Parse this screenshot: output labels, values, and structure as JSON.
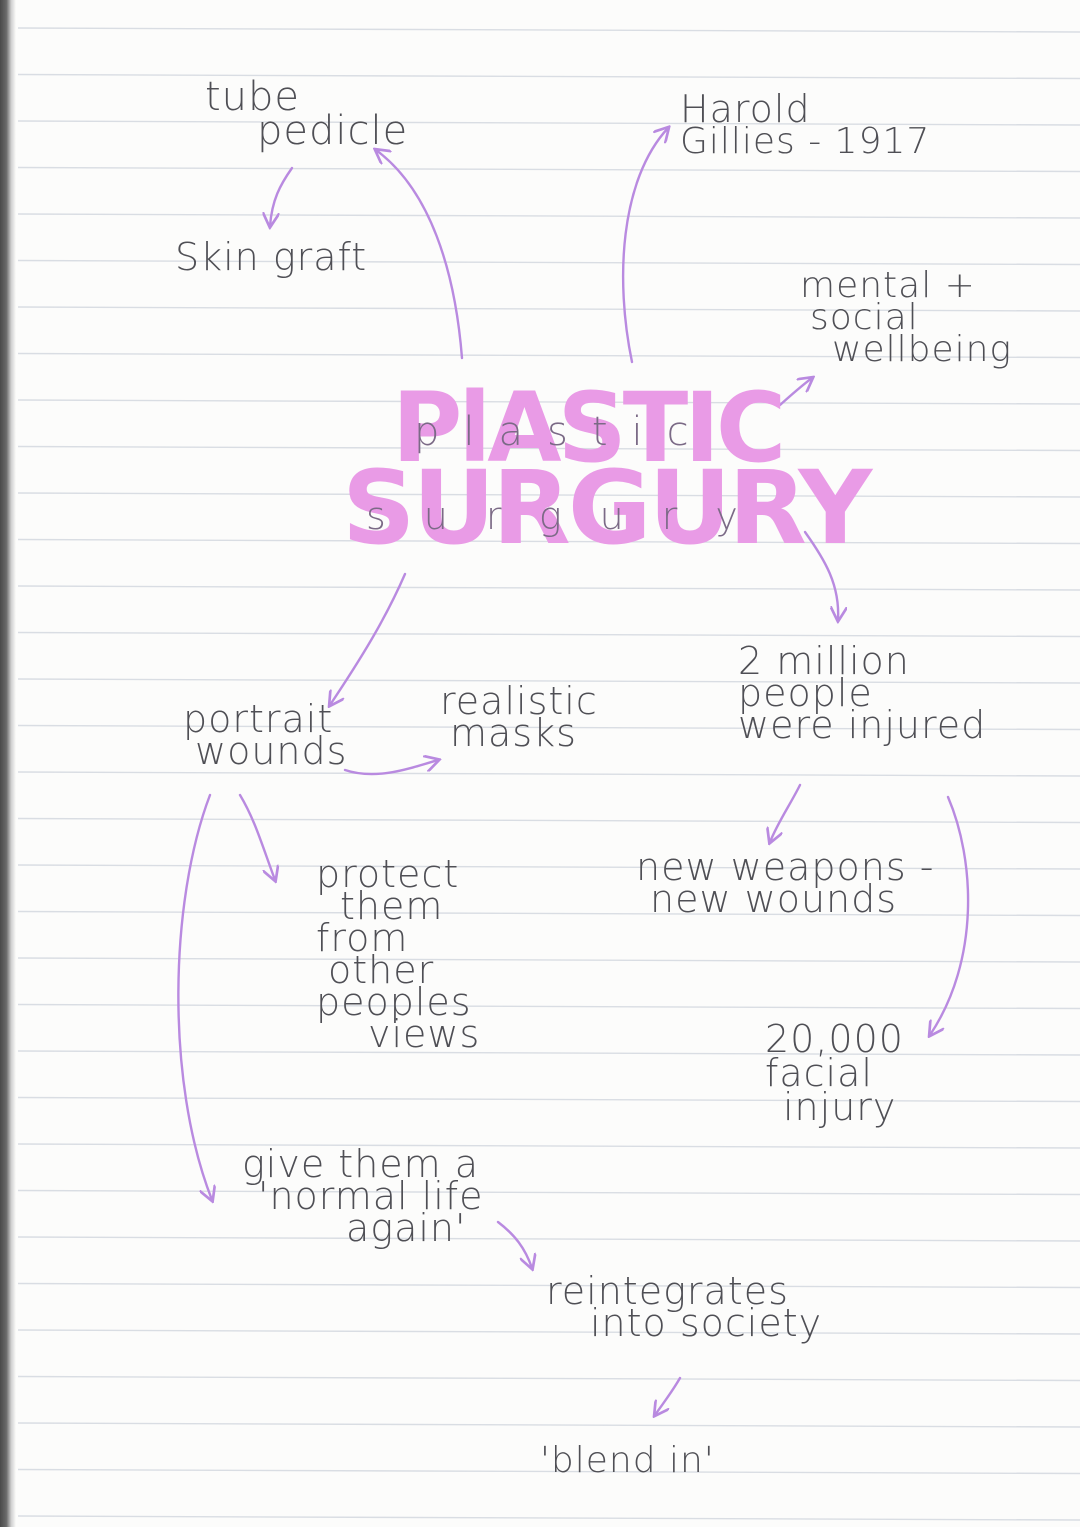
{
  "title": {
    "block_line1": "PlASTIC",
    "block_line2": "SURGURY",
    "script_line1": "plastic",
    "script_line2": "surgury"
  },
  "nodes": {
    "tube_pedicle": [
      "tube",
      "pedicle"
    ],
    "skin_graft": [
      "Skin graft"
    ],
    "harold_gillies": [
      "Harold",
      "Gillies - 1917"
    ],
    "mental_social": [
      "mental +",
      "social",
      "wellbeing"
    ],
    "two_million": [
      "2 million",
      "people",
      "were injured"
    ],
    "new_weapons": [
      "new weapons -",
      "new wounds"
    ],
    "facial_injury": [
      "20,000",
      "facial",
      "injury"
    ],
    "portrait_wounds": [
      "portrait",
      "wounds"
    ],
    "realistic_masks": [
      "realistic",
      "masks"
    ],
    "protect": [
      "protect",
      "them",
      "from",
      "other",
      "peoples",
      "views"
    ],
    "normal_life": [
      "give them a",
      "'normal life",
      "again'"
    ],
    "reintegrates": [
      "reintegrates",
      "into society"
    ],
    "blend_in": [
      "'blend in'"
    ]
  },
  "colors": {
    "title": "#e99be6",
    "arrow": "#b98ae0",
    "ink": "#4f4f55",
    "rule": "#d9dde3"
  }
}
